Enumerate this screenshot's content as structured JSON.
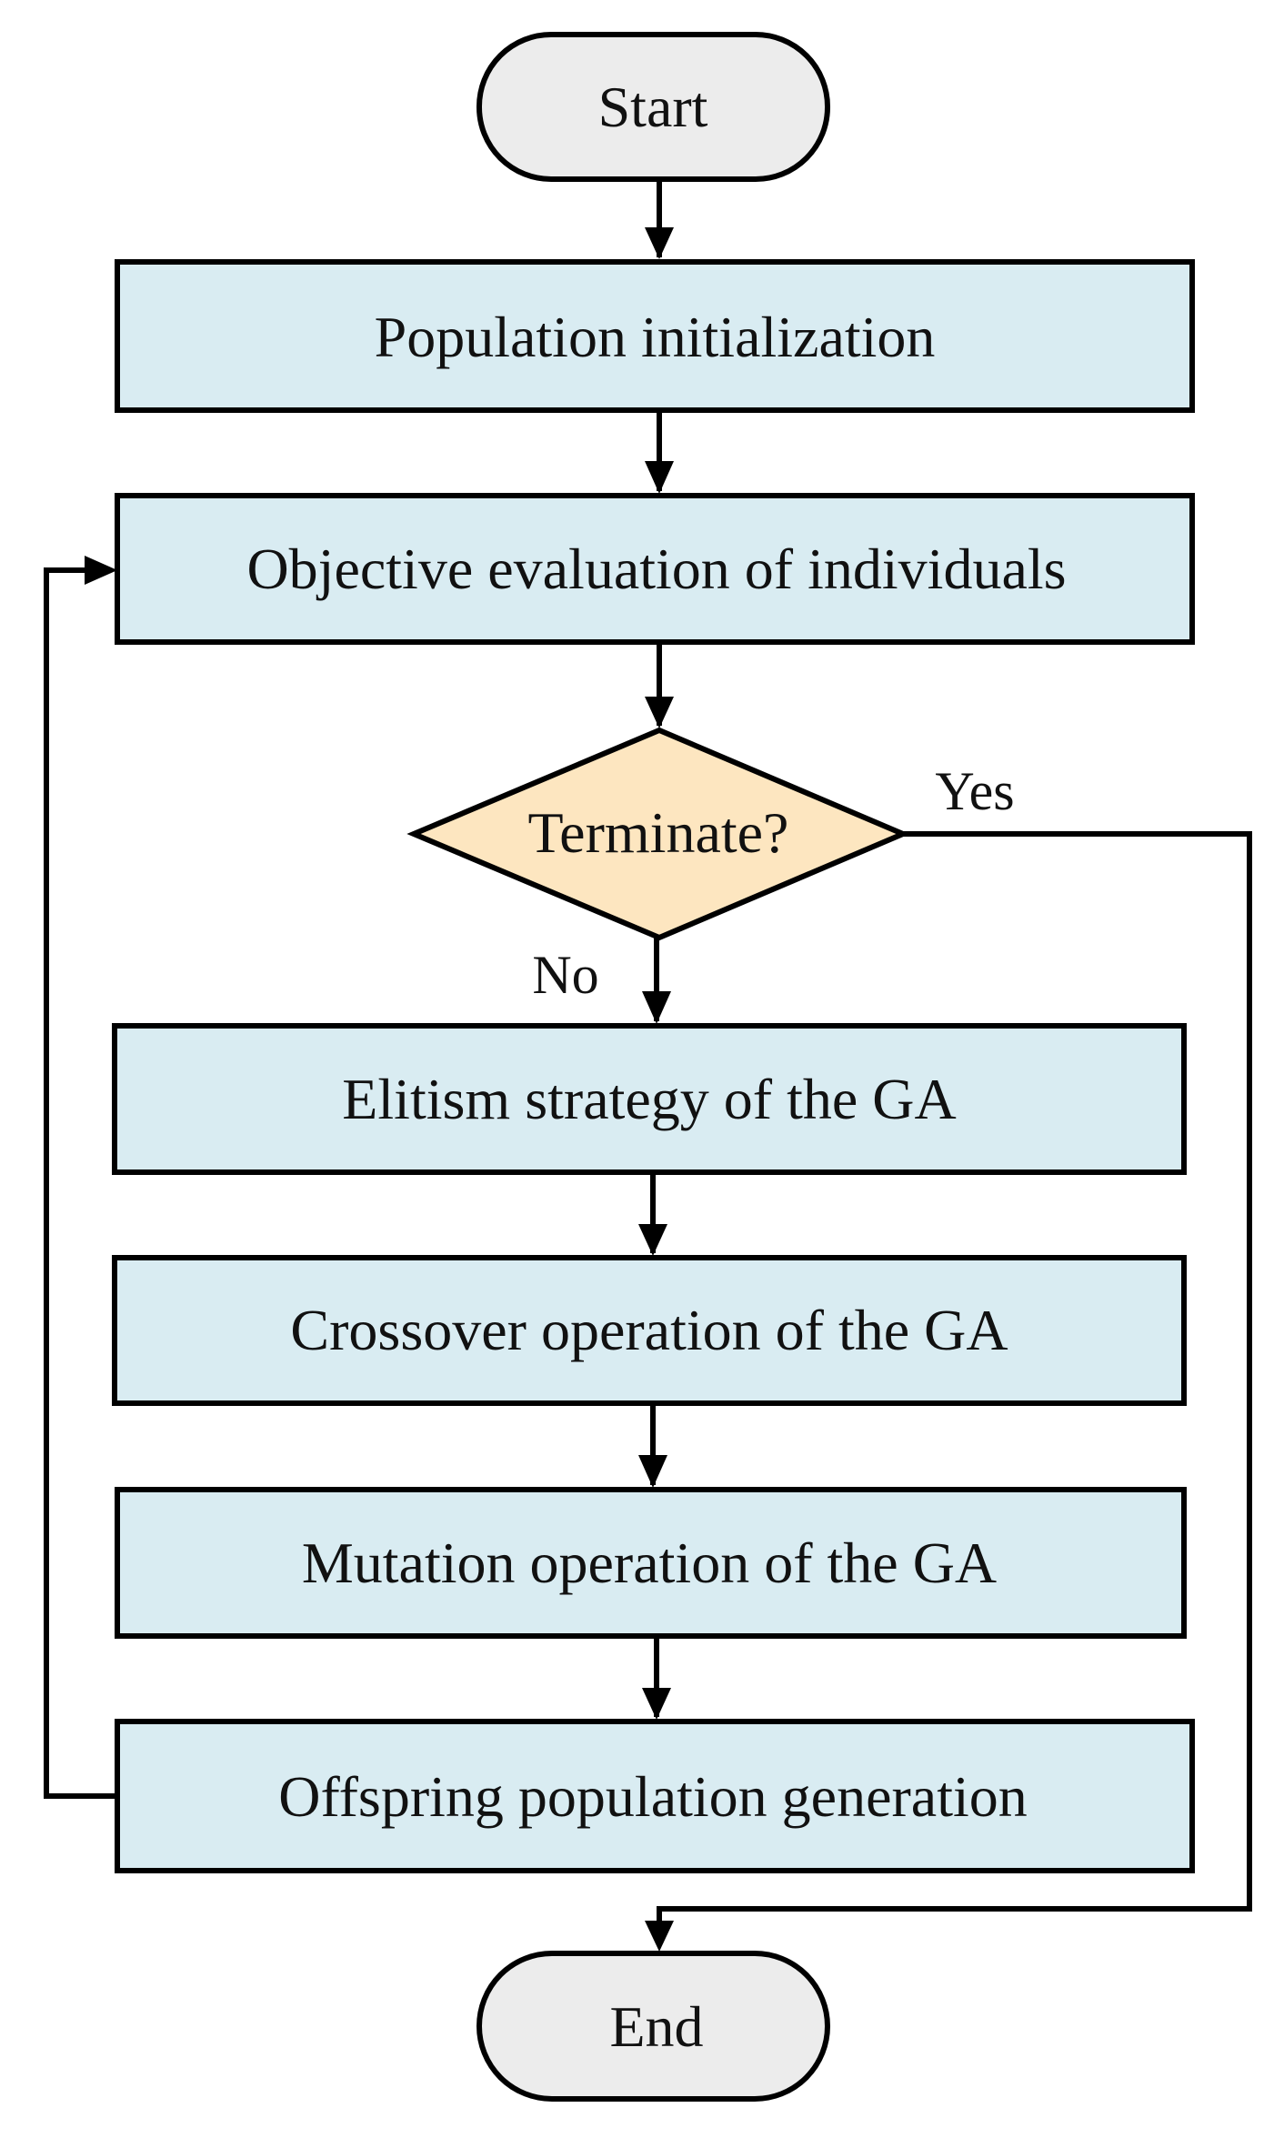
{
  "colors": {
    "process_fill": "#d9ecf2",
    "decision_fill": "#fde6c0",
    "terminal_fill": "#ececec",
    "stroke": "#000000",
    "text": "#111111"
  },
  "nodes": {
    "start": "Start",
    "population_init": "Population initialization",
    "objective_eval": "Objective evaluation of individuals",
    "terminate": "Terminate?",
    "elitism": "Elitism strategy of the GA",
    "crossover": "Crossover operation of the GA",
    "mutation": "Mutation operation of the GA",
    "offspring": "Offspring population generation",
    "end": "End"
  },
  "branches": {
    "yes": "Yes",
    "no": "No"
  }
}
